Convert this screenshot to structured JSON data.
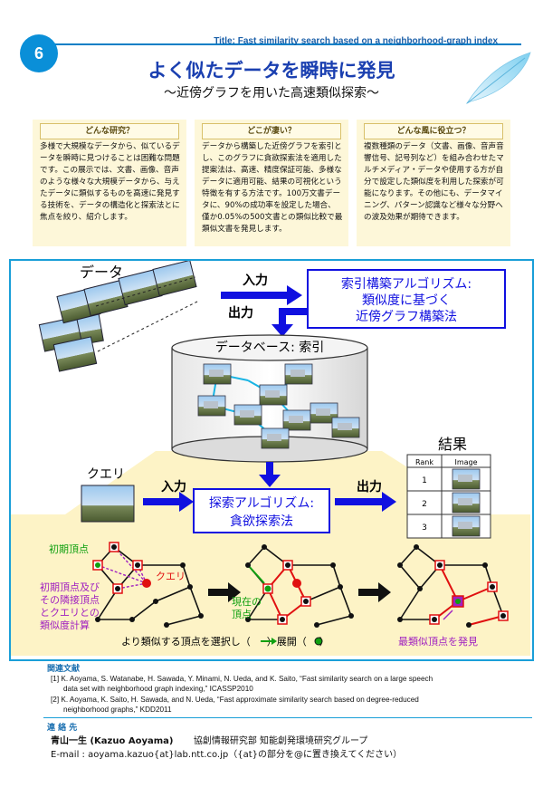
{
  "header": {
    "number": "6",
    "title_label": "Title:",
    "title_text": "Fast similarity search based on a neighborhood-graph index",
    "main_title": "よく似たデータを瞬時に発見",
    "sub_title": "〜近傍グラフを用いた高速類似探索〜"
  },
  "columns": [
    {
      "heading": "どんな研究？",
      "body": "多様で大規模なデータから、似ているデータを瞬時に見つけることは困難な問題です。この展示では、文書、画像、音声のような様々な大規模データから、与えたデータに類似するものを高速に発見する技術を、データの構造化と探索法とに焦点を絞り、紹介します。"
    },
    {
      "heading": "どこが凄い？",
      "body": "データから構築した近傍グラフを索引とし、このグラフに貪欲探索法を適用した提案法は、高速、精度保証可能、多様なデータに適用可能、結果の可視化という特徴を有する方法です。100万文書データに、90%の成功率を設定した場合、僅か0.05%の500文書との類似比較で最類似文書を発見します。"
    },
    {
      "heading": "どんな風に役立つ？",
      "body": "複数種類のデータ（文書、画像、音声音響信号、記号列など）を組み合わせたマルチメディア・データや使用する方が自分で設定した類似度を利用した探索が可能になります。その他にも、データマイニング、パターン認識など様々な分野への波及効果が期待できます。"
    }
  ],
  "diagram": {
    "data_label": "データ",
    "input1": "入力",
    "index_algo": [
      "索引構築アルゴリズム:",
      "類似度に基づく",
      "近傍グラフ構築法"
    ],
    "output1": "出力",
    "db_label": "データベース: 索引",
    "result_label": "結果",
    "table_headers": [
      "Rank",
      "Image"
    ],
    "ranks": [
      "1",
      "2",
      "3"
    ],
    "query_label": "クエリ",
    "input2": "入力",
    "output2": "出力",
    "search_algo": [
      "探索アルゴリズム:",
      "貪欲探索法"
    ],
    "initial_vertex": "初期頂点",
    "query_small": "クエリ",
    "sim_calc": [
      "初期頂点及び",
      "その隣接頂点",
      "とクエリとの",
      "類似度計算"
    ],
    "current_vertex": [
      "現在の",
      "頂点"
    ],
    "expand_caption_a": "より類似する頂点を選択し（",
    "expand_caption_b": "）展開（",
    "expand_caption_c": "）",
    "found_label": "最類似頂点を発見"
  },
  "refs": {
    "heading": "関連文献",
    "items": [
      "[1] K. Aoyama, S. Watanabe, H. Sawada, Y. Minami, N. Ueda, and K. Saito, “Fast similarity search on a large speech",
      "data set with neighborhood graph indexing,” ICASSP2010",
      "[2] K. Aoyama, K. Saito, H. Sawada, and N. Ueda, “Fast approximate similarity search based on degree-reduced",
      "neighborhood graphs,” KDD2011"
    ]
  },
  "contact": {
    "heading": "連 絡 先",
    "name": "青山一生 (Kazuo Aoyama)",
    "org": "協創情報研究部 知能創発環境研究グループ",
    "email_label": "E-mail :",
    "email": "aoyama.kazuo{at}lab.ntt.co.jp",
    "email_note": "（{at}の部分を@に置き換えてください）"
  },
  "colors": {
    "accent_blue": "#1a3fb0",
    "arrow_blue": "#1010e0",
    "frame_blue": "#1a9fd8",
    "box_bg": "#fdf7d9",
    "red": "#e01010",
    "green": "#10a010",
    "purple": "#a020c0"
  }
}
